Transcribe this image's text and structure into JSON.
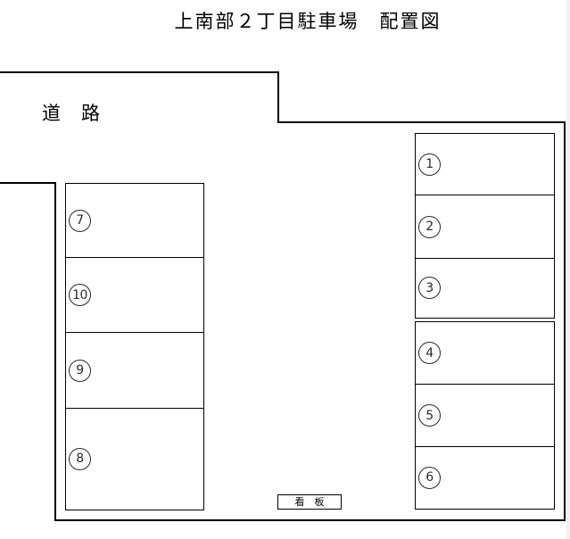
{
  "title": "上南部２丁目駐車場　配置図",
  "road": {
    "label": "道　路"
  },
  "signboard": {
    "label": "看　板"
  },
  "parking": {
    "left_block": {
      "spaces": [
        {
          "number": "7"
        },
        {
          "number": "10"
        },
        {
          "number": "9"
        },
        {
          "number": "8"
        }
      ]
    },
    "right_block_upper": {
      "spaces": [
        {
          "number": "1"
        },
        {
          "number": "2"
        },
        {
          "number": "3"
        }
      ]
    },
    "right_block_lower": {
      "spaces": [
        {
          "number": "4"
        },
        {
          "number": "5"
        },
        {
          "number": "6"
        }
      ]
    }
  },
  "colors": {
    "line": "#000000",
    "background": "#ffffff",
    "window_edge": "#f1f1f1"
  }
}
